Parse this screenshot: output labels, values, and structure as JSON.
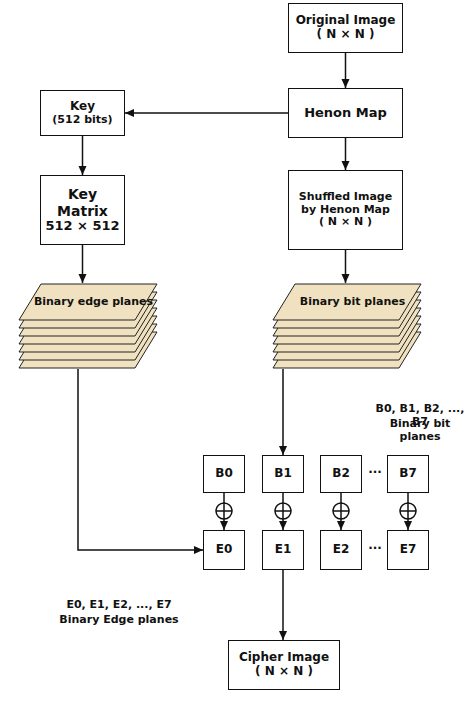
{
  "diagram": {
    "nodes": [
      {
        "text": [
          "Original Image",
          "( N × N )"
        ]
      },
      {
        "text": [
          "Key",
          "(512 bits)"
        ]
      },
      {
        "text": [
          "Henon Map"
        ]
      },
      {
        "text": [
          "Key Matrix",
          "512 × 512"
        ]
      },
      {
        "text": [
          "Shuffled Image by Henon Map",
          "( N × N )"
        ]
      },
      {
        "text": [
          "Binary edge planes"
        ]
      },
      {
        "text": [
          "Binary bit planes"
        ]
      },
      {
        "text": [
          "B0"
        ]
      },
      {
        "text": [
          "B1"
        ]
      },
      {
        "text": [
          "B2"
        ]
      },
      {
        "text": [
          "B7"
        ]
      },
      {
        "text": [
          "E0"
        ]
      },
      {
        "text": [
          "E1"
        ]
      },
      {
        "text": [
          "E2"
        ]
      },
      {
        "text": [
          "E7"
        ]
      },
      {
        "text": [
          "Cipher Image",
          "( N × N )"
        ]
      }
    ],
    "edges": [
      {
        "from": 0,
        "to": 2,
        "arrow": "to"
      },
      {
        "from": 2,
        "to": 1,
        "arrow": "to"
      },
      {
        "from": 2,
        "to": 4,
        "arrow": "to"
      },
      {
        "from": 1,
        "to": 3,
        "arrow": "to"
      },
      {
        "from": 3,
        "to": 5,
        "arrow": "to"
      },
      {
        "from": 4,
        "to": 6,
        "arrow": "to"
      },
      {
        "from": 5,
        "to": 11,
        "arrow": "to"
      },
      {
        "from": 6,
        "to": 8,
        "arrow": "to"
      },
      {
        "from": 7,
        "to": 11,
        "arrow": "to"
      },
      {
        "from": 8,
        "to": 12,
        "arrow": "to"
      },
      {
        "from": 9,
        "to": 13,
        "arrow": "to"
      },
      {
        "from": 10,
        "to": 14,
        "arrow": "to"
      },
      {
        "from": 12,
        "to": 15,
        "arrow": "to"
      }
    ],
    "labels": [
      "B0, B1, B2, ..., B7",
      "Binary bit planes",
      "...",
      "...",
      "E0, E1, E2, ..., E7",
      "Binary Edge planes"
    ]
  }
}
